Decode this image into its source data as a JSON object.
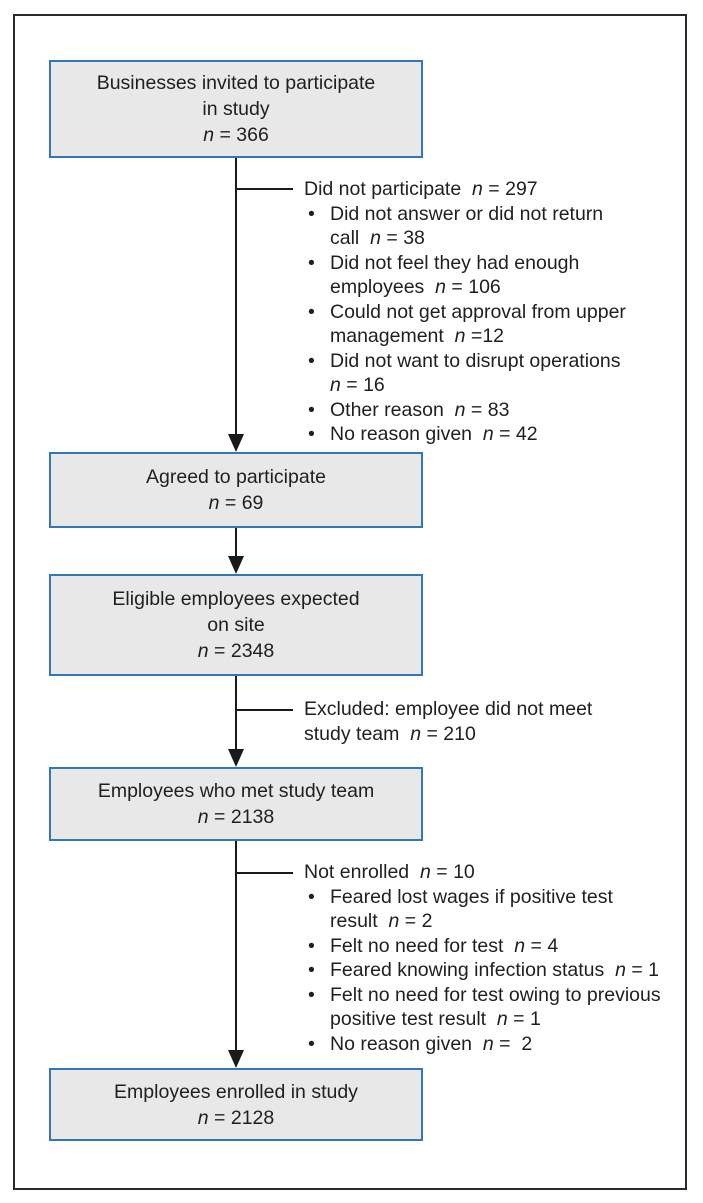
{
  "figure": {
    "type": "study-enrollment-flow-diagram",
    "bullet_char": "•"
  },
  "colors": {
    "box_border": "#3178b9",
    "box_fill": "#e8e8e8",
    "outer_border": "#2b2b2b",
    "line": "#1a1a1a",
    "text": "#1f1f1f"
  },
  "boxes": [
    {
      "id": "invited",
      "n_value": 366,
      "lines": [
        [
          {
            "t": "Businesses invited to participate"
          }
        ],
        [
          {
            "t": "in study"
          }
        ],
        [
          {
            "t": "n",
            "i": true
          },
          {
            "t": " = 366"
          }
        ]
      ]
    },
    {
      "id": "agreed",
      "n_value": 69,
      "lines": [
        [
          {
            "t": "Agreed to participate"
          }
        ],
        [
          {
            "t": "n",
            "i": true
          },
          {
            "t": " = 69"
          }
        ]
      ]
    },
    {
      "id": "eligible",
      "n_value": 2348,
      "lines": [
        [
          {
            "t": "Eligible employees expected"
          }
        ],
        [
          {
            "t": "on site"
          }
        ],
        [
          {
            "t": "n",
            "i": true
          },
          {
            "t": " = 2348"
          }
        ]
      ]
    },
    {
      "id": "met-study-team",
      "n_value": 2138,
      "lines": [
        [
          {
            "t": "Employees who met study team"
          }
        ],
        [
          {
            "t": "n",
            "i": true
          },
          {
            "t": " = 2138"
          }
        ]
      ]
    },
    {
      "id": "enrolled",
      "n_value": 2128,
      "lines": [
        [
          {
            "t": "Employees enrolled in study"
          }
        ],
        [
          {
            "t": "n",
            "i": true
          },
          {
            "t": " = 2128"
          }
        ]
      ]
    }
  ],
  "notes": [
    {
      "id": "did-not-participate",
      "n_value": 297,
      "lines": [
        [
          {
            "t": "Did not participate  "
          },
          {
            "t": "n",
            "i": true
          },
          {
            "t": " = 297"
          }
        ]
      ],
      "bullets": [
        [
          [
            {
              "t": "Did not answer or did not return"
            }
          ],
          [
            {
              "t": "call  "
            },
            {
              "t": "n",
              "i": true
            },
            {
              "t": " = 38"
            }
          ]
        ],
        [
          [
            {
              "t": "Did not feel they had enough"
            }
          ],
          [
            {
              "t": "employees  "
            },
            {
              "t": "n",
              "i": true
            },
            {
              "t": " = 106"
            }
          ]
        ],
        [
          [
            {
              "t": "Could not get approval from upper"
            }
          ],
          [
            {
              "t": "management  "
            },
            {
              "t": "n",
              "i": true
            },
            {
              "t": " =12"
            }
          ]
        ],
        [
          [
            {
              "t": "Did not want to disrupt operations"
            }
          ],
          [
            {
              "t": "n",
              "i": true
            },
            {
              "t": " = 16"
            }
          ]
        ],
        [
          [
            {
              "t": "Other reason  "
            },
            {
              "t": "n",
              "i": true
            },
            {
              "t": " = 83"
            }
          ]
        ],
        [
          [
            {
              "t": "No reason given  "
            },
            {
              "t": "n",
              "i": true
            },
            {
              "t": " = 42"
            }
          ]
        ]
      ]
    },
    {
      "id": "excluded",
      "n_value": 210,
      "lines": [
        [
          {
            "t": "Excluded: employee did not meet"
          }
        ],
        [
          {
            "t": "study team  "
          },
          {
            "t": "n",
            "i": true
          },
          {
            "t": " = 210"
          }
        ]
      ],
      "bullets": []
    },
    {
      "id": "not-enrolled",
      "n_value": 10,
      "lines": [
        [
          {
            "t": "Not enrolled  "
          },
          {
            "t": "n",
            "i": true
          },
          {
            "t": " = 10"
          }
        ]
      ],
      "bullets": [
        [
          [
            {
              "t": "Feared lost wages if positive test"
            }
          ],
          [
            {
              "t": "result  "
            },
            {
              "t": "n",
              "i": true
            },
            {
              "t": " = 2"
            }
          ]
        ],
        [
          [
            {
              "t": "Felt no need for test  "
            },
            {
              "t": "n",
              "i": true
            },
            {
              "t": " = 4"
            }
          ]
        ],
        [
          [
            {
              "t": "Feared knowing infection status  "
            },
            {
              "t": "n",
              "i": true
            },
            {
              "t": " = 1"
            }
          ]
        ],
        [
          [
            {
              "t": "Felt no need for test owing to previous"
            }
          ],
          [
            {
              "t": "positive test result  "
            },
            {
              "t": "n",
              "i": true
            },
            {
              "t": " = 1"
            }
          ]
        ],
        [
          [
            {
              "t": "No reason given  "
            },
            {
              "t": "n",
              "i": true
            },
            {
              "t": " =  2"
            }
          ]
        ]
      ]
    }
  ]
}
